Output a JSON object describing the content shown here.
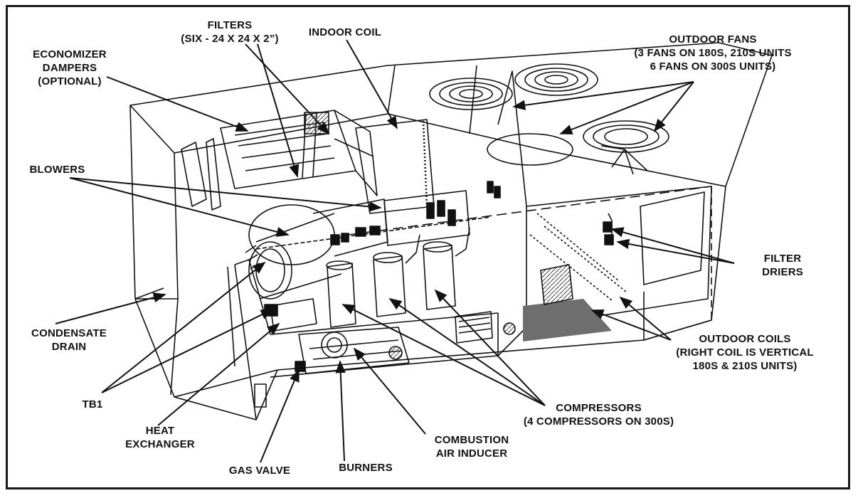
{
  "labels": {
    "filters": [
      "FILTERS",
      "(SIX - 24 X 24 X 2”)"
    ],
    "indoor_coil": [
      "INDOOR COIL"
    ],
    "economizer": [
      "ECONOMIZER",
      "DAMPERS",
      "(OPTIONAL)"
    ],
    "outdoor_fans": [
      "OUTDOOR FANS",
      "(3 FANS ON 180S, 210S UNITS",
      "6 FANS ON 300S UNITS)"
    ],
    "blowers": [
      "BLOWERS"
    ],
    "filter_driers": [
      "FILTER",
      "DRIERS"
    ],
    "condensate_drain": [
      "CONDENSATE",
      "DRAIN"
    ],
    "outdoor_coils": [
      "OUTDOOR COILS",
      "(RIGHT COIL IS VERTICAL",
      "180S & 210S UNITS)"
    ],
    "tb1": [
      "TB1"
    ],
    "compressors": [
      "COMPRESSORS",
      "(4 COMPRESSORS ON 300S)"
    ],
    "heat_exchanger": [
      "HEAT",
      "EXCHANGER"
    ],
    "combustion_air_inducer": [
      "COMBUSTION",
      "AIR INDUCER"
    ],
    "gas_valve": [
      "GAS VALVE"
    ],
    "burners": [
      "BURNERS"
    ]
  },
  "colors": {
    "ink": "#111111",
    "background": "#ffffff",
    "shade": "#6e6e6e"
  }
}
